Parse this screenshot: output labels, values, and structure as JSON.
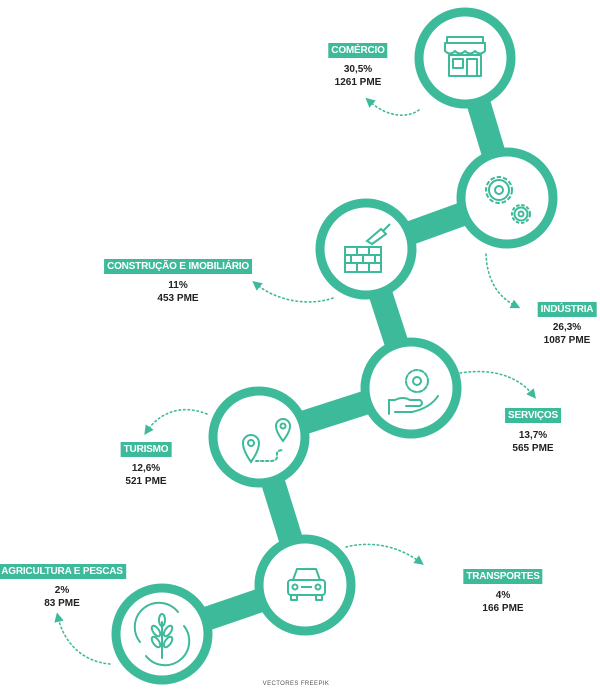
{
  "colors": {
    "accent": "#3dba9a",
    "ring": "#3dba9a",
    "icon": "#3dba9a",
    "text": "#222222"
  },
  "sectors": [
    {
      "id": "comercio",
      "label": "COMÉRCIO",
      "percent": "30,5%",
      "count": "1261 PME",
      "icon": "shop-icon"
    },
    {
      "id": "industria",
      "label": "INDÚSTRIA",
      "percent": "26,3%",
      "count": "1087 PME",
      "icon": "gears-icon"
    },
    {
      "id": "construcao",
      "label": "CONSTRUÇÃO E IMOBILIÁRIO",
      "percent": "11%",
      "count": "453 PME",
      "icon": "brick-wall-icon"
    },
    {
      "id": "servicos",
      "label": "SERVIÇOS",
      "percent": "13,7%",
      "count": "565 PME",
      "icon": "hand-wrench-icon"
    },
    {
      "id": "turismo",
      "label": "TURISMO",
      "percent": "12,6%",
      "count": "521 PME",
      "icon": "map-pins-icon"
    },
    {
      "id": "transportes",
      "label": "TRANSPORTES",
      "percent": "4%",
      "count": "166 PME",
      "icon": "car-icon"
    },
    {
      "id": "agricultura",
      "label": "AGRICULTURA E PESCAS",
      "percent": "2%",
      "count": "83 PME",
      "icon": "wheat-icon"
    }
  ],
  "credit": "VECTORES FREEPIK"
}
